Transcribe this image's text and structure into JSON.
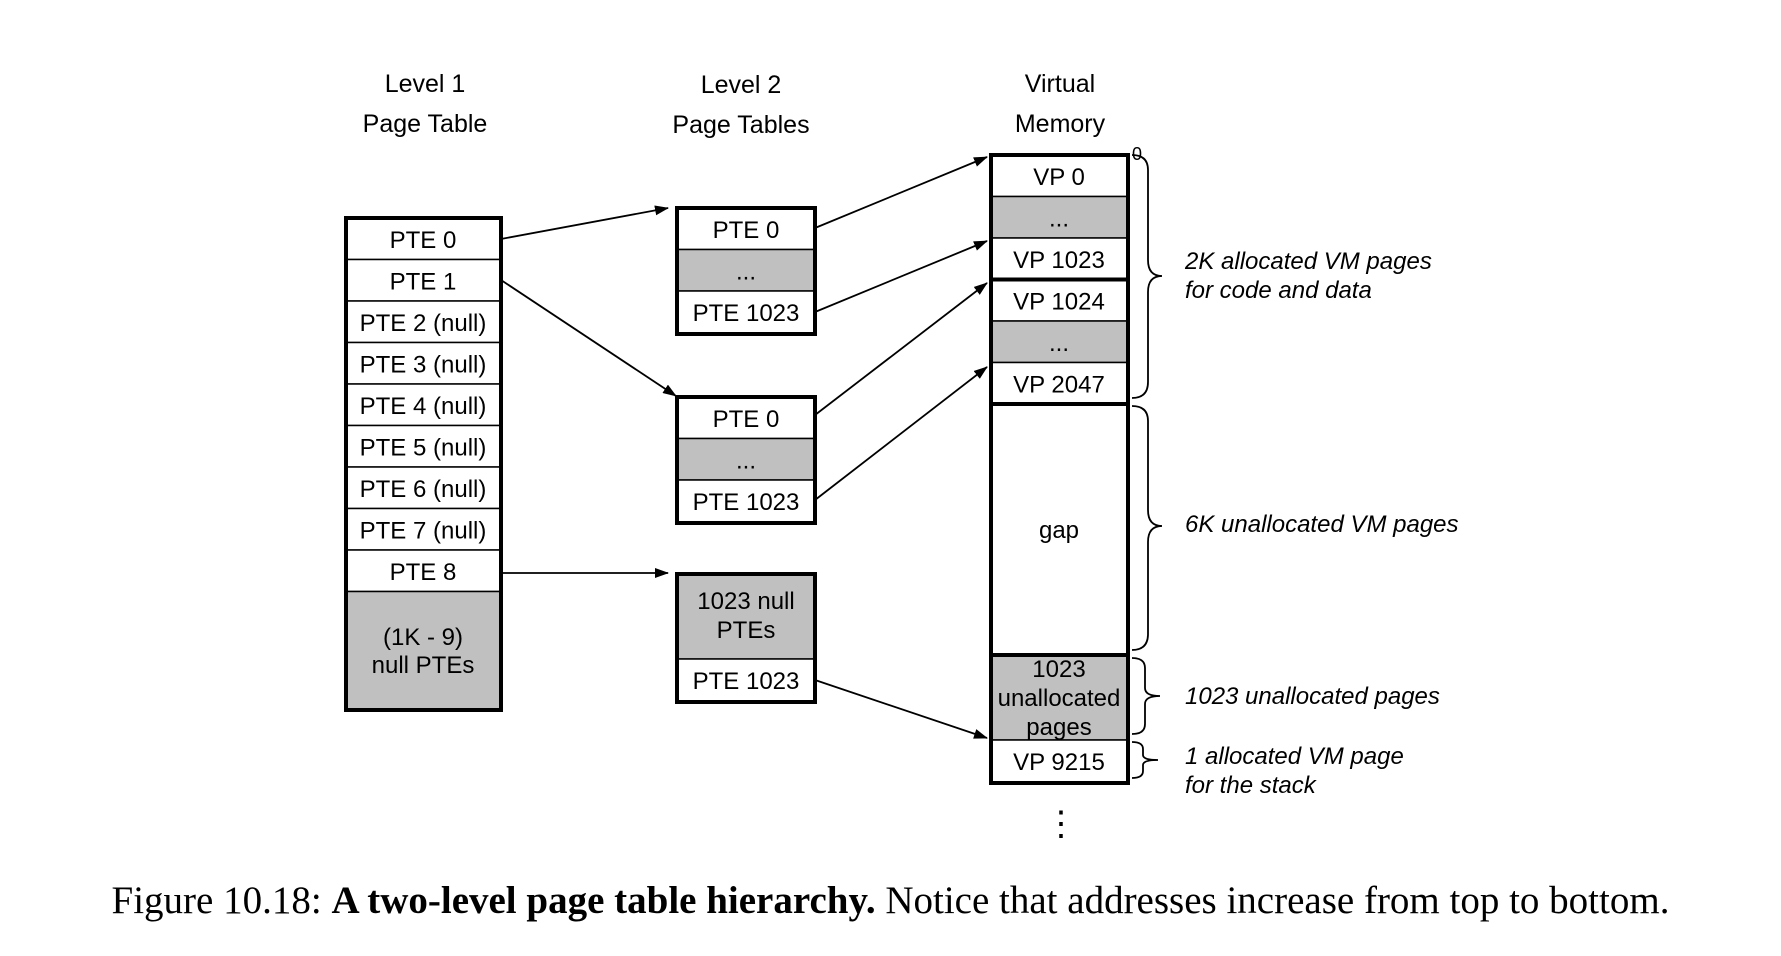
{
  "headers": {
    "level1": [
      "Level 1",
      "Page Table"
    ],
    "level2": [
      "Level 2",
      "Page Tables"
    ],
    "vm": [
      "Virtual",
      "Memory"
    ]
  },
  "level1_table": [
    "PTE 0",
    "PTE 1",
    "PTE 2 (null)",
    "PTE 3 (null)",
    "PTE 4 (null)",
    "PTE 5 (null)",
    "PTE 6 (null)",
    "PTE 7 (null)",
    "PTE 8",
    [
      "(1K - 9)",
      "null PTEs"
    ]
  ],
  "level2_tables": [
    [
      "PTE 0",
      "...",
      "PTE 1023"
    ],
    [
      "PTE 0",
      "...",
      "PTE 1023"
    ],
    [
      [
        "1023 null",
        "PTEs"
      ],
      "PTE 1023"
    ]
  ],
  "virtual_memory": {
    "start_label": "0",
    "cells": [
      "VP 0",
      "...",
      "VP 1023",
      "VP 1024",
      "...",
      "VP 2047",
      "gap",
      [
        "1023",
        "unallocated",
        "pages"
      ],
      "VP 9215"
    ],
    "continuation": "⋮"
  },
  "annotations": [
    [
      "2K allocated VM pages",
      "for code and data"
    ],
    [
      "6K unallocated VM pages"
    ],
    [
      "1023 unallocated  pages"
    ],
    [
      "1 allocated VM page",
      "for the stack"
    ]
  ],
  "caption": {
    "prefix": "Figure 10.18: ",
    "bold": "A two-level page table hierarchy.",
    "rest": " Notice that addresses increase from top to bottom."
  },
  "colors": {
    "null_fill": "#c0c0c0",
    "border": "#000000"
  }
}
